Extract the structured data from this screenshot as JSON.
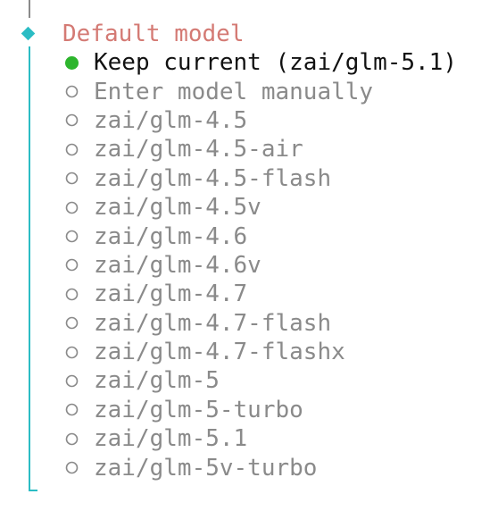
{
  "prompt": {
    "title": "Default model"
  },
  "colors": {
    "accent": "#2bbcc4",
    "prompt": "#d47a74",
    "selected_dot": "#2db52d",
    "muted": "#8a8a8a",
    "text": "#111111"
  },
  "options": [
    {
      "label": "Keep current (zai/glm-5.1)",
      "selected": true,
      "icon": "filled-dot-icon"
    },
    {
      "label": "Enter model manually",
      "selected": false,
      "icon": "radio-empty-icon"
    },
    {
      "label": "zai/glm-4.5",
      "selected": false,
      "icon": "radio-empty-icon"
    },
    {
      "label": "zai/glm-4.5-air",
      "selected": false,
      "icon": "radio-empty-icon"
    },
    {
      "label": "zai/glm-4.5-flash",
      "selected": false,
      "icon": "radio-empty-icon"
    },
    {
      "label": "zai/glm-4.5v",
      "selected": false,
      "icon": "radio-empty-icon"
    },
    {
      "label": "zai/glm-4.6",
      "selected": false,
      "icon": "radio-empty-icon"
    },
    {
      "label": "zai/glm-4.6v",
      "selected": false,
      "icon": "radio-empty-icon"
    },
    {
      "label": "zai/glm-4.7",
      "selected": false,
      "icon": "radio-empty-icon"
    },
    {
      "label": "zai/glm-4.7-flash",
      "selected": false,
      "icon": "radio-empty-icon"
    },
    {
      "label": "zai/glm-4.7-flashx",
      "selected": false,
      "icon": "radio-empty-icon"
    },
    {
      "label": "zai/glm-5",
      "selected": false,
      "icon": "radio-empty-icon"
    },
    {
      "label": "zai/glm-5-turbo",
      "selected": false,
      "icon": "radio-empty-icon"
    },
    {
      "label": "zai/glm-5.1",
      "selected": false,
      "icon": "radio-empty-icon"
    },
    {
      "label": "zai/glm-5v-turbo",
      "selected": false,
      "icon": "radio-empty-icon"
    }
  ]
}
